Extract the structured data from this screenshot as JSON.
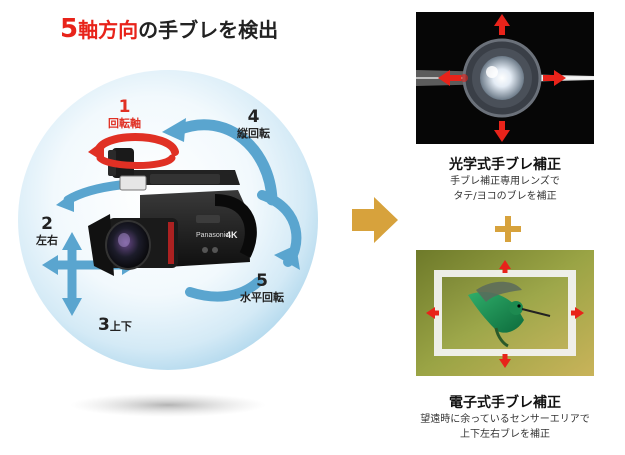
{
  "title": {
    "number": "5",
    "red_text": "軸方向",
    "rest_text": "の手ブレを検出"
  },
  "axes": [
    {
      "number": "1",
      "label": "回転軸"
    },
    {
      "number": "4",
      "label": "縦回転"
    },
    {
      "number": "2",
      "label": "左右"
    },
    {
      "number": "5",
      "label": "水平回転"
    },
    {
      "number": "3",
      "label": "上下"
    }
  ],
  "camera": {
    "brand": "Panasonic",
    "badge": "4K"
  },
  "optical": {
    "title": "光学式手ブレ補正",
    "desc_line1": "手ブレ補正専用レンズで",
    "desc_line2": "タテ/ヨコのブレを補正"
  },
  "electronic": {
    "title": "電子式手ブレ補正",
    "desc_line1": "望遠時に余っているセンサーエリアで",
    "desc_line2": "上下左右ブレを補正"
  },
  "colors": {
    "accent_red": "#e8231a",
    "arrow_blue": "#5aa5cf",
    "arrow_gold": "#d7a23c"
  }
}
